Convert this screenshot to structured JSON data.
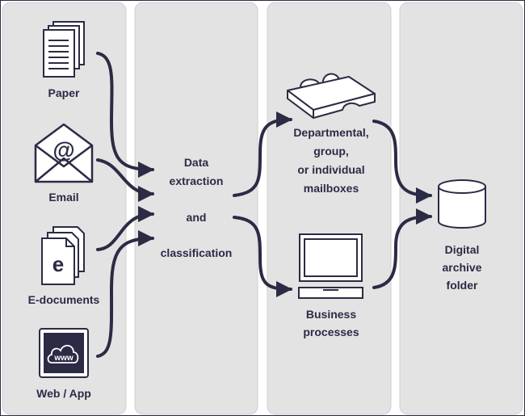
{
  "colors": {
    "ink": "#2b2b45",
    "column_fill": "#e3e3e3",
    "column_stroke": "#cfcfcf",
    "frame": "#2b2b45",
    "icon_fill": "#ffffff"
  },
  "sources": {
    "paper": {
      "label": "Paper",
      "icon": "paper-stack-icon"
    },
    "email": {
      "label": "Email",
      "icon": "email-envelope-icon",
      "glyph": "@"
    },
    "edocs": {
      "label": "E-documents",
      "icon": "e-document-icon",
      "glyph": "e"
    },
    "web": {
      "label": "Web / App",
      "icon": "web-cloud-icon",
      "glyph": "www"
    }
  },
  "process": {
    "line1": "Data",
    "line2": "extraction",
    "line3": "and",
    "line4": "classification"
  },
  "destinations": {
    "mailboxes": {
      "icon": "inbox-tray-icon",
      "line1": "Departmental,",
      "line2": "group,",
      "line3": "or individual",
      "line4": "mailboxes"
    },
    "business": {
      "icon": "computer-monitor-icon",
      "line1": "Business",
      "line2": "processes"
    }
  },
  "archive": {
    "icon": "database-cylinder-icon",
    "line1": "Digital",
    "line2": "archive",
    "line3": "folder"
  }
}
